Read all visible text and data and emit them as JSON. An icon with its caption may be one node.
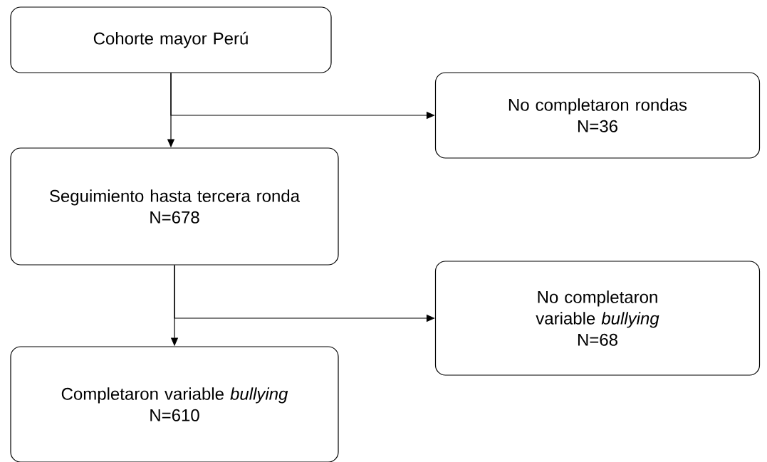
{
  "diagram": {
    "nodes": [
      {
        "text": [
          "Cohorte mayor Perú"
        ]
      },
      {
        "text": [
          "No completaron rondas",
          "N=36"
        ]
      },
      {
        "text": [
          "Seguimiento hasta tercera ronda",
          "N=678"
        ]
      },
      {
        "text": [
          "No completaron variable *bullying*",
          "N=68"
        ]
      },
      {
        "text": [
          "Completaron variable *bullying*",
          "N=610"
        ]
      }
    ],
    "edges": [
      {
        "from": 0,
        "to": 2,
        "arrow": "to"
      },
      {
        "from": 0,
        "to": 1,
        "arrow": "to"
      },
      {
        "from": 2,
        "to": 4,
        "arrow": "to"
      },
      {
        "from": 2,
        "to": 3,
        "arrow": "to"
      }
    ]
  }
}
